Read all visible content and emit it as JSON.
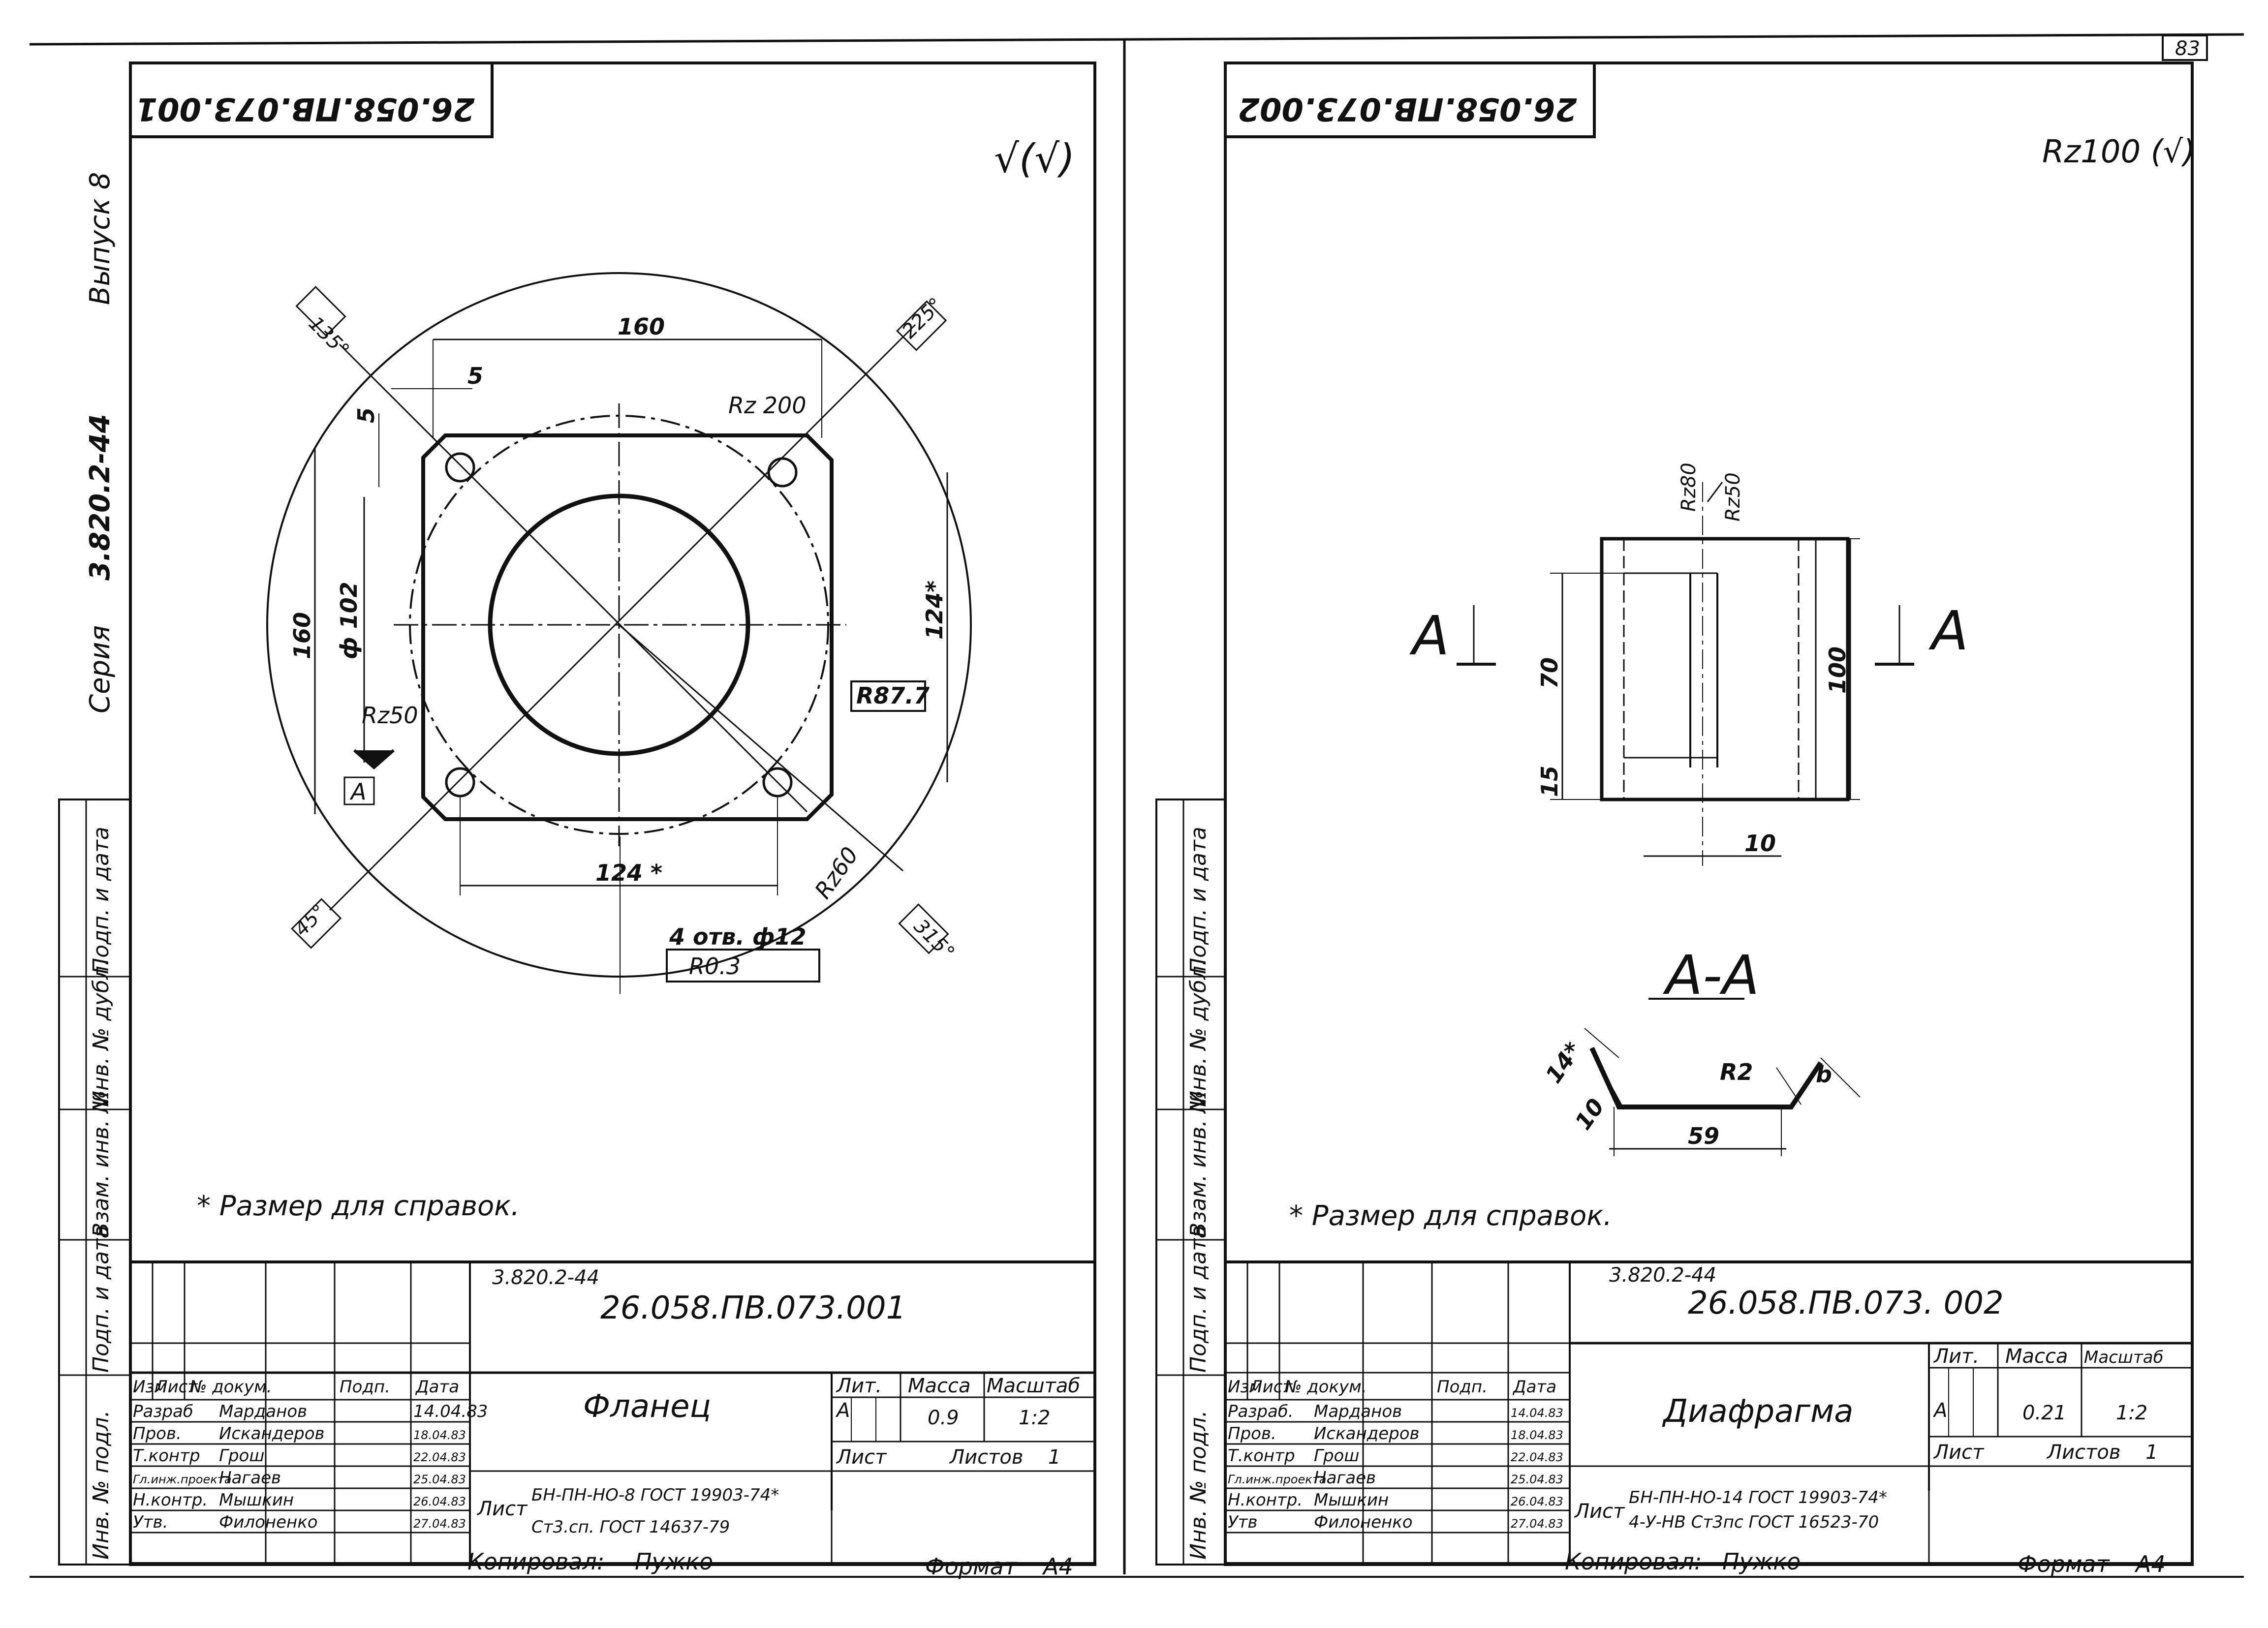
{
  "page_number": "83",
  "series": {
    "label": "Серия",
    "code": "3.820.2-44",
    "issue": "Выпуск 8"
  },
  "side_labels": {
    "podp_data": "Подп. и дата",
    "inv_dubl": "Инв. № дубл.",
    "vzam_inv": "Взам. инв. №",
    "podp_data2": "Подп. и дата",
    "inv_podl": "Инв. № подл."
  },
  "copied_by": "Копировал:",
  "copier": "Пужко",
  "format_label": "Формат",
  "format_value": "А4",
  "ref_note": "* Размер для справок.",
  "sheet1": {
    "mirror_code": "26.058.ПВ.073.001",
    "roughness_mark": "√(√)",
    "code": "26.058.ПВ.073.001",
    "series_small": "3.820.2-44",
    "title": "Фланец",
    "lit": "А",
    "mass": "0.9",
    "scale": "1:2",
    "sheet_label": "Лист",
    "sheets_label": "Листов",
    "sheets_count": "1",
    "material_label": "Лист",
    "material_1": "БН-ПН-НО-8 ГОСТ 19903-74*",
    "material_2": "Ст3.сп. ГОСТ 14637-79",
    "dims": {
      "d160_top": "160",
      "d5_h": "5",
      "d5_v": "5",
      "d160_left": "160",
      "phi102": "ф 102",
      "rz50": "Rz50",
      "rz200": "Rz 200",
      "d124_right": "124*",
      "d124_bottom": "124 *",
      "r87": "R87.7",
      "r60": "Rz60",
      "holes": "4 отв. ф12",
      "tol": "R0.3",
      "datum": "А",
      "a135": "135°",
      "a225": "225°",
      "a45": "45°",
      "a315": "315°"
    }
  },
  "sheet2": {
    "mirror_code": "26.058.ПВ.073.002",
    "roughness_mark": "Rz100 (√)",
    "code": "26.058.ПВ.073. 002",
    "series_small": "3.820.2-44",
    "title": "Диафрагма",
    "lit": "А",
    "mass": "0.21",
    "scale": "1:2",
    "sheet_label": "Лист",
    "sheets_label": "Листов",
    "sheets_count": "1",
    "material_label": "Лист",
    "material_1": "БН-ПН-НО-14 ГОСТ 19903-74*",
    "material_2": "4-У-НВ Ст3пс ГОСТ 16523-70",
    "dims": {
      "sec_a_left": "А",
      "sec_a_right": "А",
      "d70": "70",
      "d15": "15",
      "d100": "100",
      "d10": "10",
      "rz80": "Rz80",
      "rz50": "Rz50",
      "section_title": "А-А",
      "d14": "14*",
      "d10b": "10",
      "r2": "R2",
      "d59": "59",
      "b": "b"
    }
  },
  "title_block_headers": {
    "izm": "Изм",
    "list": "Лист",
    "doc": "№ докум.",
    "podp": "Подп.",
    "date": "Дата",
    "lit": "Лит.",
    "mass": "Масса",
    "scale": "Масштаб"
  },
  "sheet1_people": [
    {
      "role": "Разраб",
      "name": "Марданов",
      "date": "14.04.83"
    },
    {
      "role": "Пров.",
      "name": "Искандеров",
      "date": "18.04.83"
    },
    {
      "role": "Т.контр",
      "name": "Грош",
      "date": "22.04.83"
    },
    {
      "role": "Гл.инж.проекта",
      "name": "Нагаев",
      "date": "25.04.83"
    },
    {
      "role": "Н.контр.",
      "name": "Мышкин",
      "date": "26.04.83"
    },
    {
      "role": "Утв.",
      "name": "Филоненко",
      "date": "27.04.83"
    }
  ],
  "sheet2_people": [
    {
      "role": "Разраб.",
      "name": "Марданов",
      "date": "14.04.83"
    },
    {
      "role": "Пров.",
      "name": "Искандеров",
      "date": "18.04.83"
    },
    {
      "role": "Т.контр",
      "name": "Грош",
      "date": "22.04.83"
    },
    {
      "role": "Гл.инж.проекта",
      "name": "Нагаев",
      "date": "25.04.83"
    },
    {
      "role": "Н.контр.",
      "name": "Мышкин",
      "date": "26.04.83"
    },
    {
      "role": "Утв",
      "name": "Филоненко",
      "date": "27.04.83"
    }
  ]
}
